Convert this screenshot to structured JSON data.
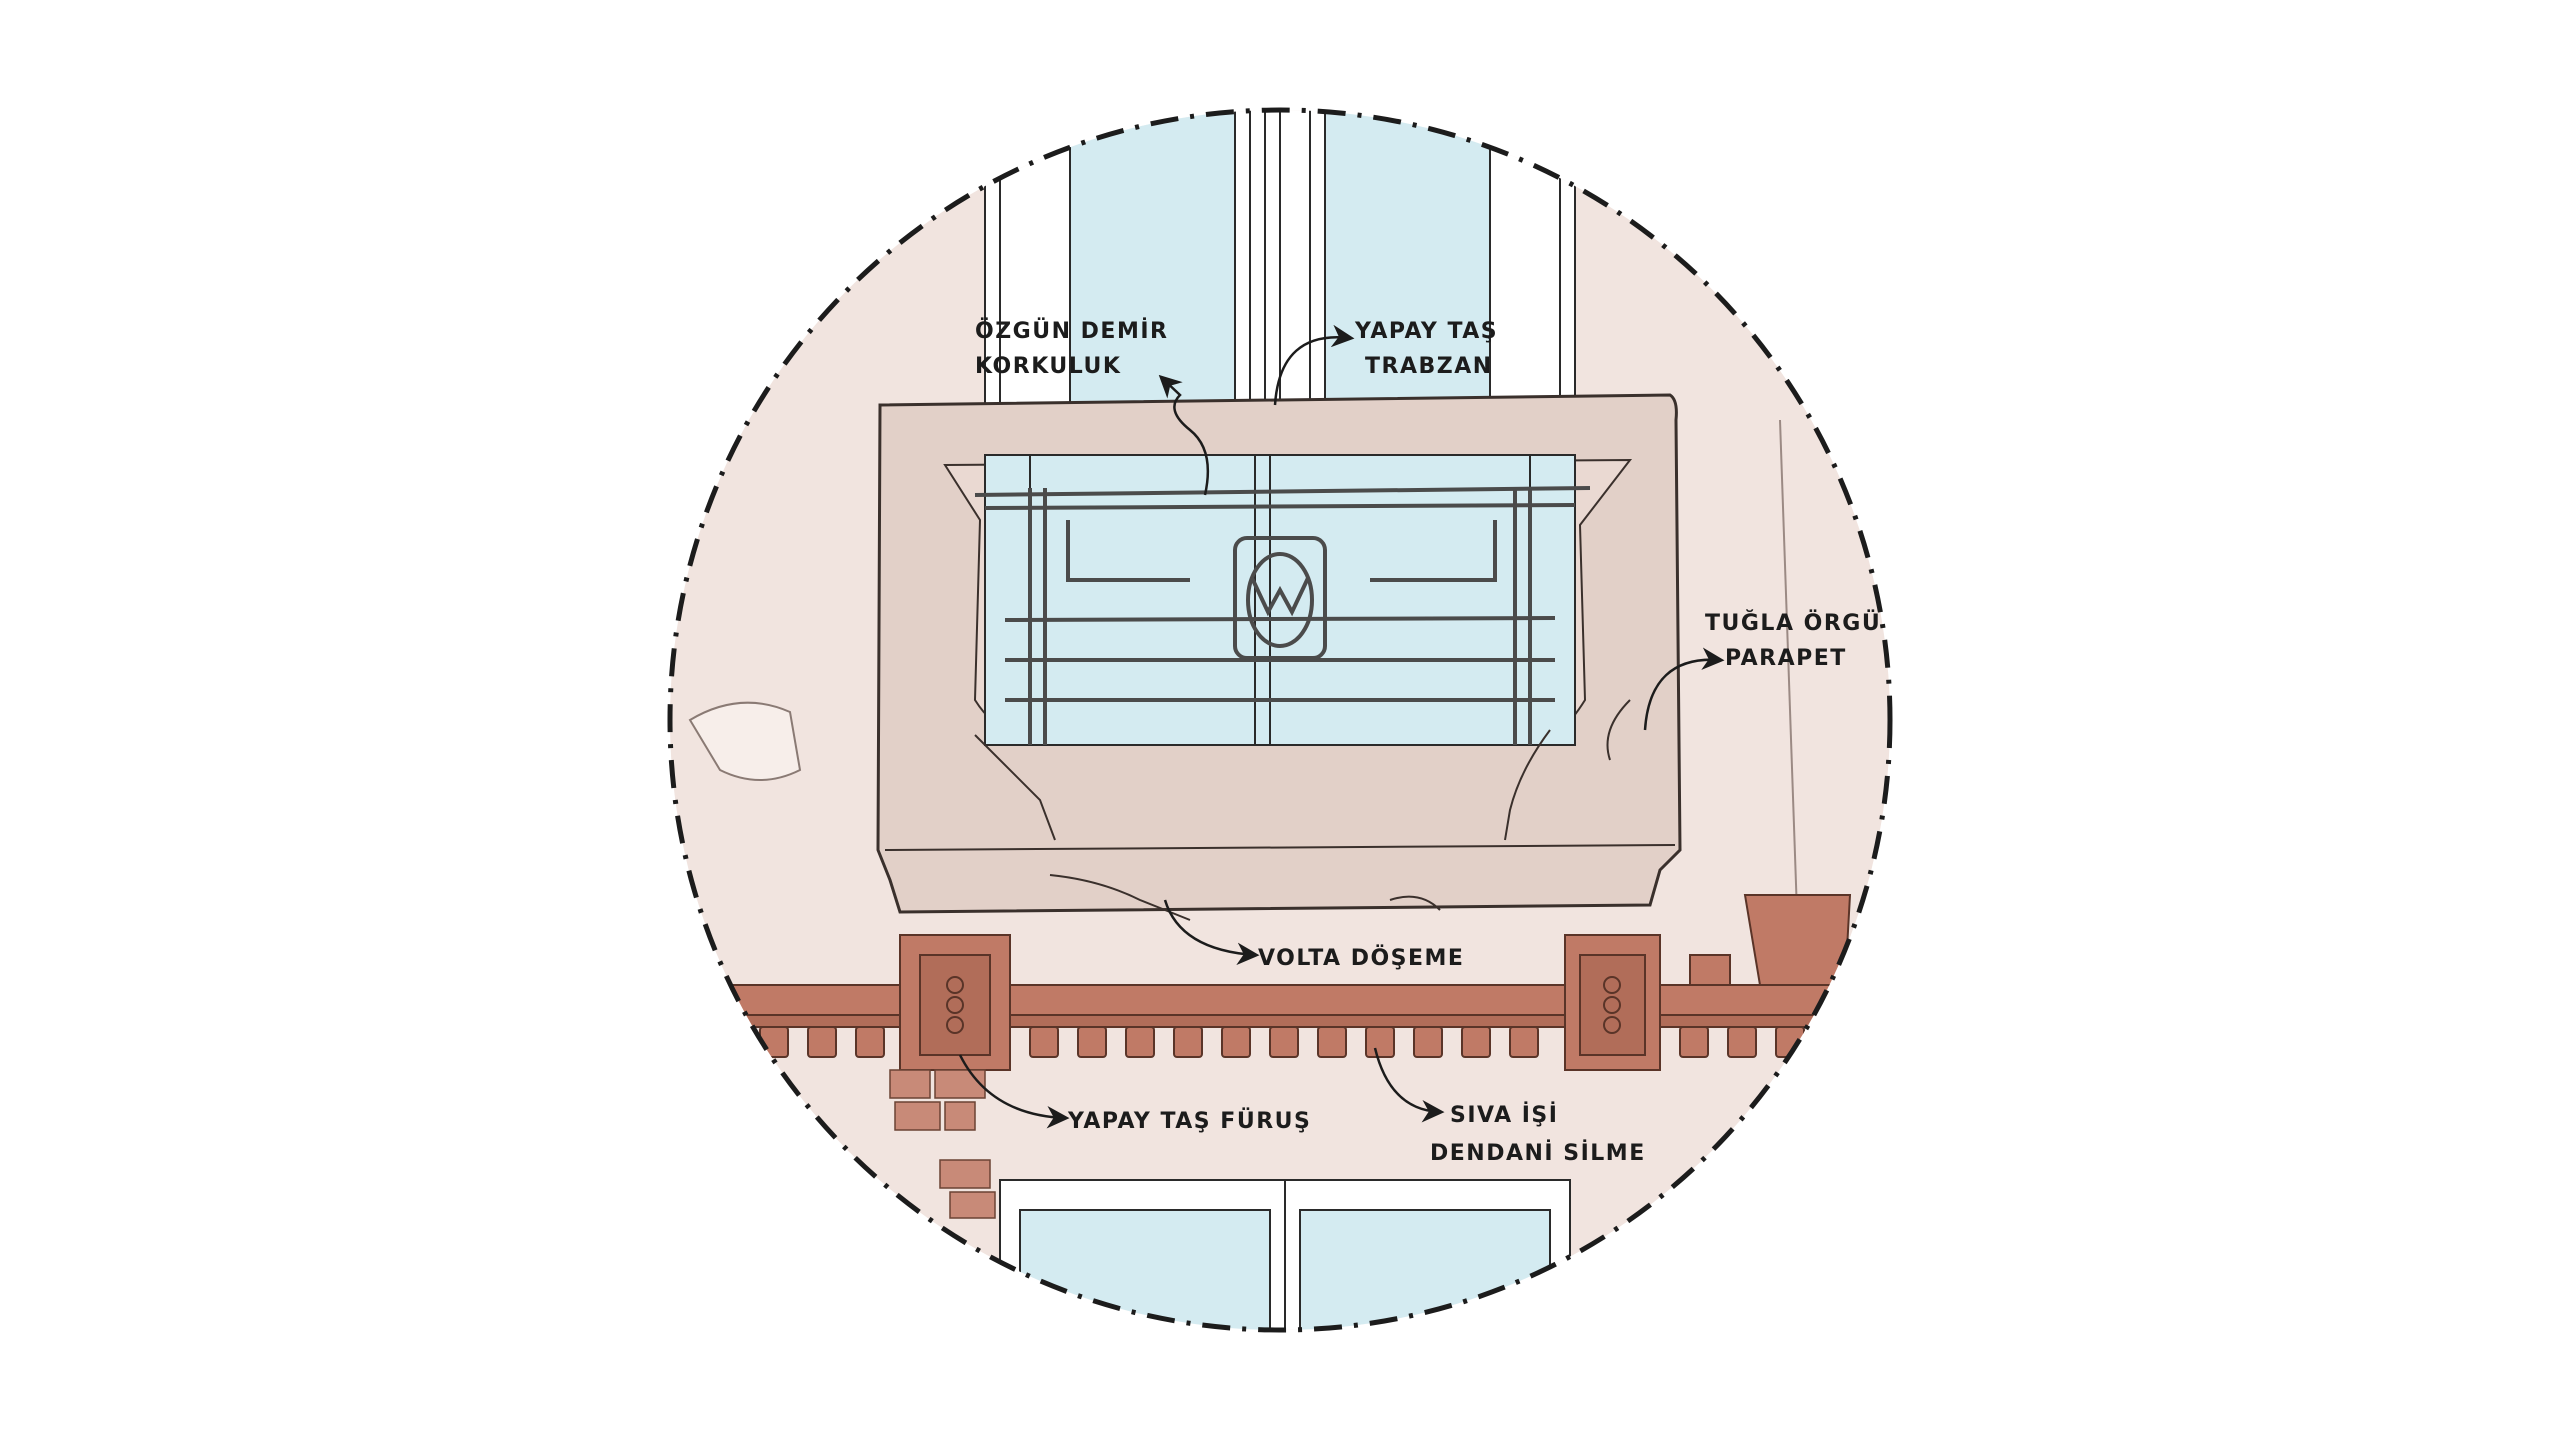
{
  "labels": {
    "ozgun_demir": "ÖZGÜN DEMİR",
    "korkuluk": "KORKULUK",
    "yapay_tas_1": "YAPAY TAŞ",
    "trabzan": "TRABZAN",
    "tugla_orgu": "TUĞLA ÖRGÜ",
    "parapet": "PARAPET",
    "volta_doseme": "VOLTA DÖŞEME",
    "yapay_tas_furus": "YAPAY TAŞ FÜRUŞ",
    "siva_isi": "SIVA İŞİ",
    "dendani_silme": "DENDANİ SİLME"
  },
  "colors": {
    "background": "#ffffff",
    "plaster_wall": "#f1e4df",
    "stone_block": "#e2d0c8",
    "brick_terracotta": "#c07a66",
    "glass": "#d4ebf1",
    "ink": "#1c1c1c"
  },
  "icons": {
    "leader_arrow": "arrow-head-icon",
    "boundary": "dash-dot-circle"
  }
}
